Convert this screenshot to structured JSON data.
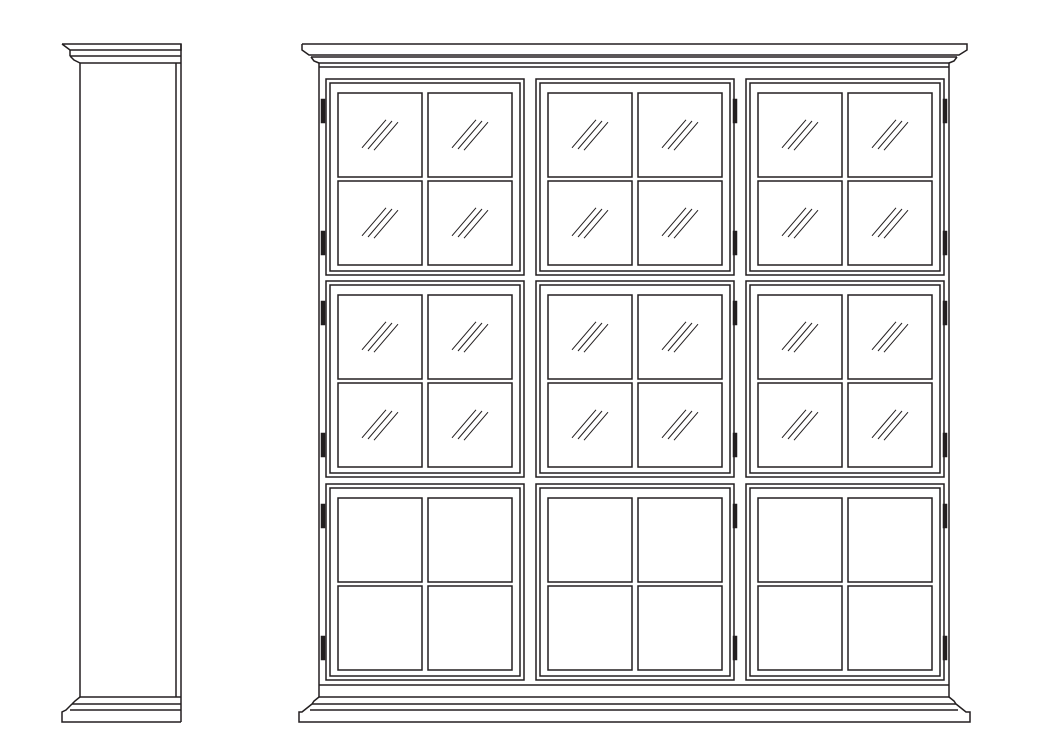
{
  "drawing": {
    "views": [
      {
        "name": "side-elevation"
      },
      {
        "name": "front-elevation"
      }
    ],
    "front_elevation": {
      "door_columns": 3,
      "door_rows": 3,
      "panes_per_door": 4,
      "glazed_rows": 2,
      "solid_rows": 1
    },
    "colors": {
      "background": "#ffffff",
      "line": "#231f20",
      "hinge": "#231f20"
    }
  }
}
